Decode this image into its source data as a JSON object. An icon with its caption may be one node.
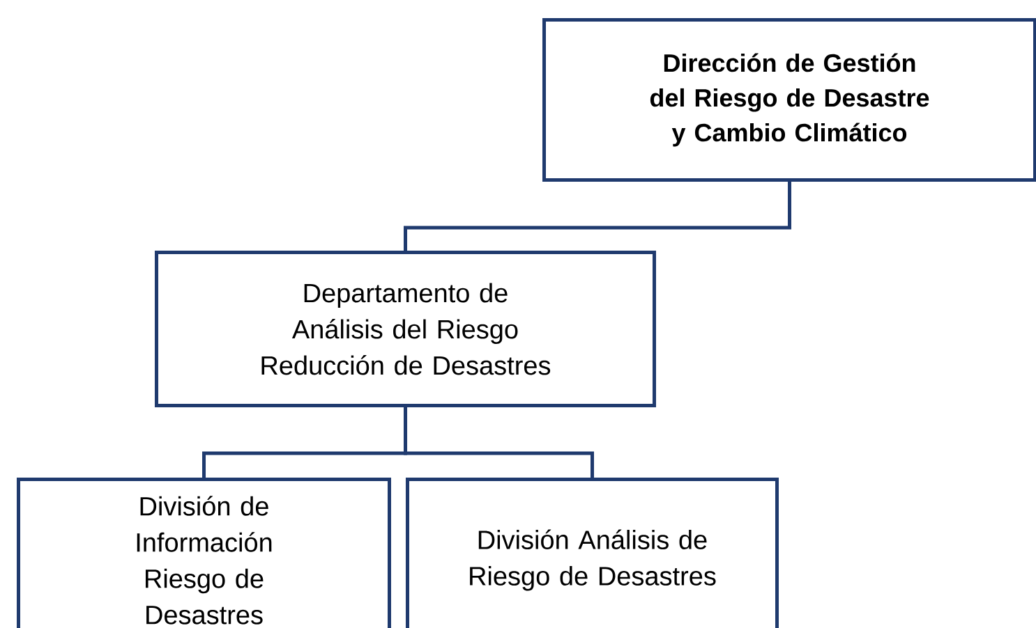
{
  "diagram": {
    "nodes": [
      {
        "text": [
          "Dirección de Gestión del Riesgo de Desastre y Cambio Climático"
        ]
      },
      {
        "text": [
          "Departamento de Análisis del Riesgo Reducción de Desastres"
        ]
      },
      {
        "text": [
          "División de Información Riesgo de Desastres"
        ]
      },
      {
        "text": [
          "División Análisis de Riesgo de Desastres"
        ]
      }
    ],
    "edges": [
      {
        "from": 0,
        "to": 1,
        "arrow": "none"
      },
      {
        "from": 1,
        "to": 2,
        "arrow": "none"
      },
      {
        "from": 1,
        "to": 3,
        "arrow": "none"
      }
    ]
  }
}
